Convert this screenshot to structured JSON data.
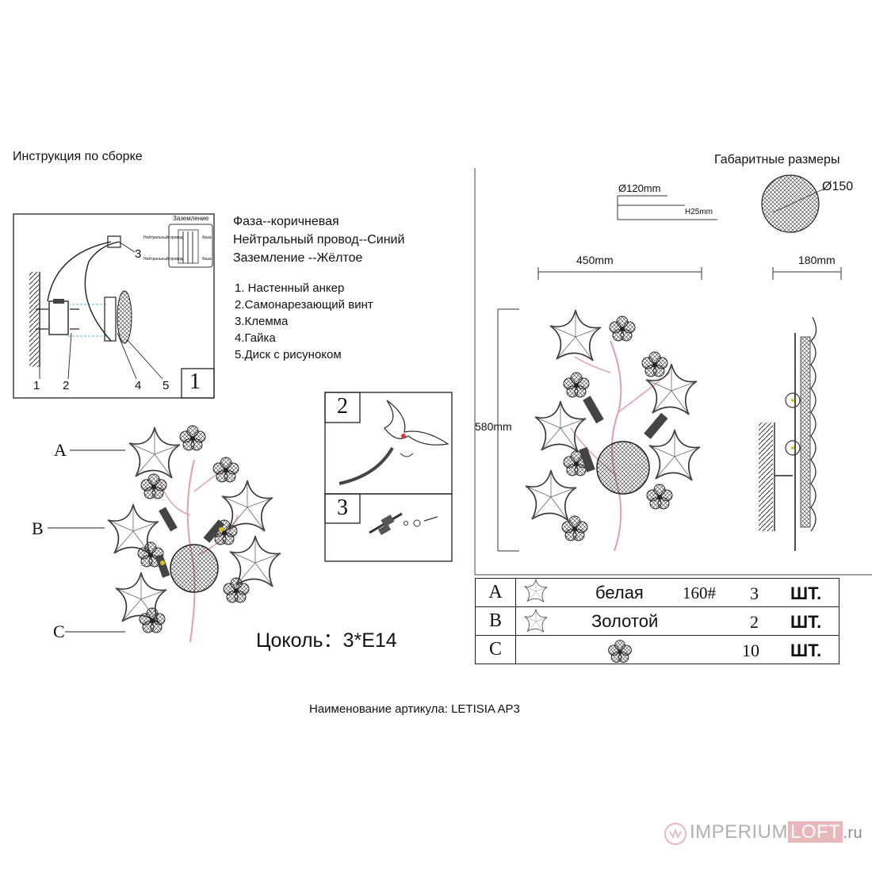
{
  "assembly_title": "Инструкция по сборке",
  "dimensions_title": "Габаритные размеры",
  "wiring": {
    "phase": "Фаза--коричневая",
    "neutral": "Нейтральный провод--Синий",
    "ground": "Заземление --Жёлтое"
  },
  "legend": [
    "1. Настенный анкер",
    "2.Самонарезающий винт",
    "3.Клемма",
    "4.Гайка",
    "5.Диск с рисуноком"
  ],
  "terminal": {
    "ground_label": "Заземление",
    "neutral_label": "Нейтральный провод",
    "phase_label": "Фаза"
  },
  "step_numbers": [
    "1",
    "2",
    "3"
  ],
  "callouts": [
    "1",
    "2",
    "3",
    "4",
    "5"
  ],
  "side_labels": [
    "A",
    "B",
    "C"
  ],
  "base_spec": "Цоколь：3*E14",
  "dimensions": {
    "mount_diameter": "Ø120mm",
    "mount_height": "H25mm",
    "disc_diameter": "Ø150",
    "width": "450mm",
    "depth": "180mm",
    "height": "580mm"
  },
  "parts": [
    {
      "letter": "A",
      "name": "белая",
      "code": "160#",
      "qty": "3",
      "unit": "ШТ."
    },
    {
      "letter": "B",
      "name": "Золотой",
      "code": "",
      "qty": "2",
      "unit": "ШТ."
    },
    {
      "letter": "C",
      "name": "",
      "code": "",
      "qty": "10",
      "unit": "ШТ."
    }
  ],
  "article": "Наименование артикула: LETISIA AP3",
  "watermark": {
    "a": "IMPERIUM",
    "b": "LOFT",
    "c": ".ru"
  },
  "colors": {
    "ink": "#111111",
    "accent_red": "#d23a3a",
    "watermark_pink": "#e8b8bd",
    "watermark_grey": "#8a8a8a"
  }
}
